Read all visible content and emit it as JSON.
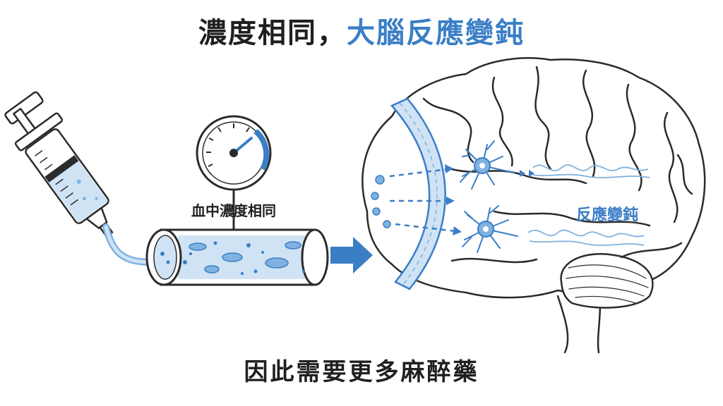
{
  "title": {
    "part1": "濃度相同，",
    "part2": "大腦反應變鈍"
  },
  "gauge_label": "血中濃度相同",
  "brain_label": "反應變鈍",
  "footer": "因此需要更多麻醉藥",
  "colors": {
    "accent": "#3a7ec6",
    "fluid": "#cfe3f5",
    "outline": "#2b2b2b"
  },
  "icons": [
    "syringe-icon",
    "pressure-gauge-icon",
    "blood-vessel-icon",
    "arrow-right-icon",
    "brain-icon",
    "neuron-icon"
  ]
}
